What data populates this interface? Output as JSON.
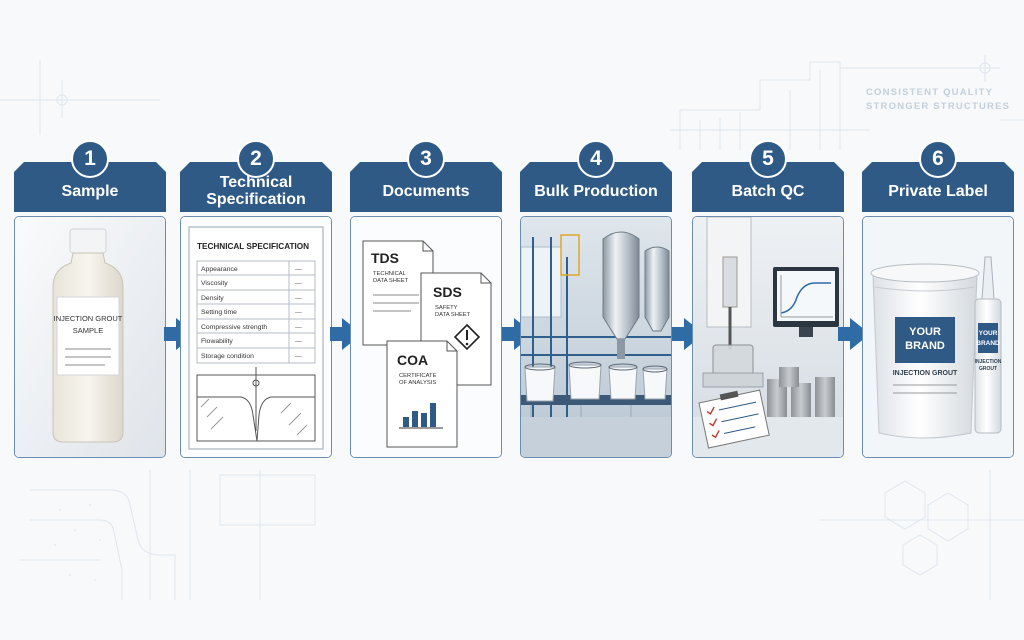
{
  "tagline": {
    "line1": "CONSISTENT QUALITY",
    "line2": "STRONGER STRUCTURES"
  },
  "steps": [
    {
      "number": "1",
      "title": "Sample"
    },
    {
      "number": "2",
      "title": "Technical Specification"
    },
    {
      "number": "3",
      "title": "Documents"
    },
    {
      "number": "4",
      "title": "Bulk Production"
    },
    {
      "number": "5",
      "title": "Batch QC"
    },
    {
      "number": "6",
      "title": "Private Label"
    }
  ],
  "sample": {
    "label_line1": "INJECTION GROUT",
    "label_line2": "SAMPLE"
  },
  "tech_spec": {
    "heading": "TECHNICAL SPECIFICATION",
    "rows": [
      "Appearance",
      "Viscosity",
      "Density",
      "Setting time",
      "Compressive strength",
      "Flowability",
      "Storage condition"
    ],
    "row_value": "—"
  },
  "documents": {
    "tds": {
      "code": "TDS",
      "line1": "TECHNICAL",
      "line2": "DATA SHEET"
    },
    "sds": {
      "code": "SDS",
      "line1": "SAFETY",
      "line2": "DATA SHEET"
    },
    "coa": {
      "code": "COA",
      "line1": "CERTIFICATE",
      "line2": "OF ANALYSIS"
    }
  },
  "private_label": {
    "bucket_brand_line1": "YOUR",
    "bucket_brand_line2": "BRAND",
    "bucket_product": "INJECTION GROUT",
    "cartridge_brand_line1": "YOUR",
    "cartridge_brand_line2": "BRAND",
    "cartridge_product_line1": "INJECTION",
    "cartridge_product_line2": "GROUT"
  },
  "colors": {
    "primary": "#2f5a86",
    "arrow": "#2f6ba5",
    "card_border": "#6a8db0",
    "background": "#f7f9fb"
  }
}
